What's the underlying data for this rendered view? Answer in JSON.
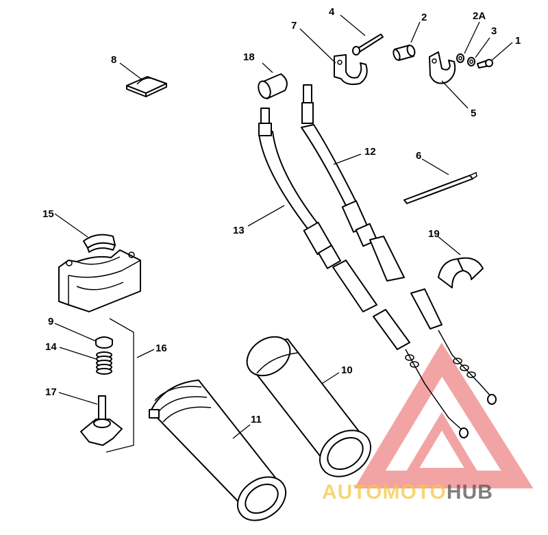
{
  "callouts": {
    "c1": "1",
    "c2": "2",
    "c2a": "2A",
    "c3": "3",
    "c4": "4",
    "c5": "5",
    "c6": "6",
    "c7": "7",
    "c8": "8",
    "c9": "9",
    "c10": "10",
    "c11": "11",
    "c12": "12",
    "c13": "13",
    "c14": "14",
    "c15": "15",
    "c16": "16",
    "c17": "17",
    "c18": "18",
    "c19": "19"
  },
  "watermark": {
    "part1": "AUTO",
    "part2": "MOTO",
    "part3": "HUB",
    "color_primary": "#f4c74a",
    "color_accent": "#e85a5a",
    "color_dark": "#555555"
  }
}
